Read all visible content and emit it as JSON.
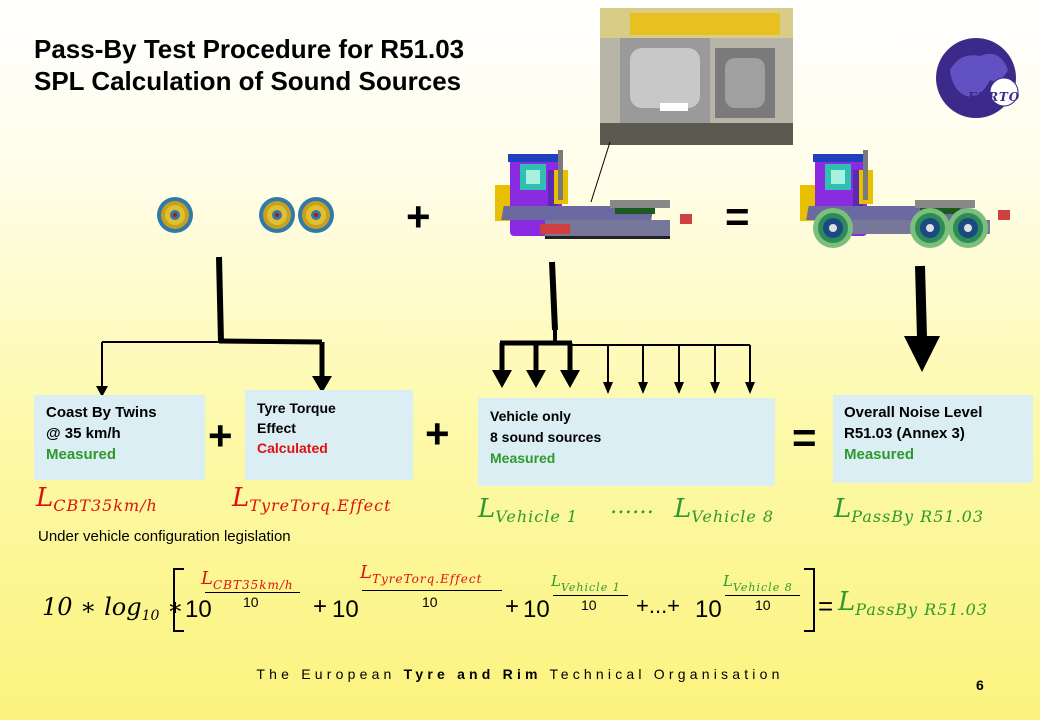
{
  "title": {
    "line1": "Pass-By Test Procedure for R51.03",
    "line2": "SPL Calculation of Sound Sources"
  },
  "logo": {
    "text": "ETRTO"
  },
  "operators": {
    "plus": "+",
    "equals": "="
  },
  "boxes": {
    "coast": {
      "line1": "Coast By  Twins",
      "line2": "@ 35 km/h",
      "status": "Measured"
    },
    "torque": {
      "line1": "Tyre Torque",
      "line2": "Effect",
      "status": "Calculated"
    },
    "vehicle": {
      "line1": "Vehicle only",
      "line2": "8 sound sources",
      "status": "Measured"
    },
    "overall": {
      "line1": "Overall  Noise Level",
      "line2": "R51.03 (Annex 3)",
      "status": "Measured"
    }
  },
  "symbols": {
    "L": "L",
    "cbt": "CBT35km/h",
    "torque": "TyreTorq.Effect",
    "vehicle1": "Vehicle 1",
    "dots": "……",
    "vehicle8": "Vehicle 8",
    "passby": "PassBy R51.03"
  },
  "note": "Under vehicle configuration legislation",
  "formula": {
    "prefix": "10 ∗ log",
    "base": "10",
    "ten": "10",
    "denominator": "10",
    "plus": "+",
    "ellipsis": "+...+",
    "equals": "="
  },
  "footer": {
    "part1": "The European ",
    "part2": "Tyre and Rim",
    "part3": " Technical Organisation"
  },
  "page_number": "6",
  "colors": {
    "box_bg": "#dbeef3",
    "measured": "#2e9a2e",
    "calculated": "#e01010",
    "truck_body": "#8a2be2",
    "logo": "#3b2a8a"
  }
}
